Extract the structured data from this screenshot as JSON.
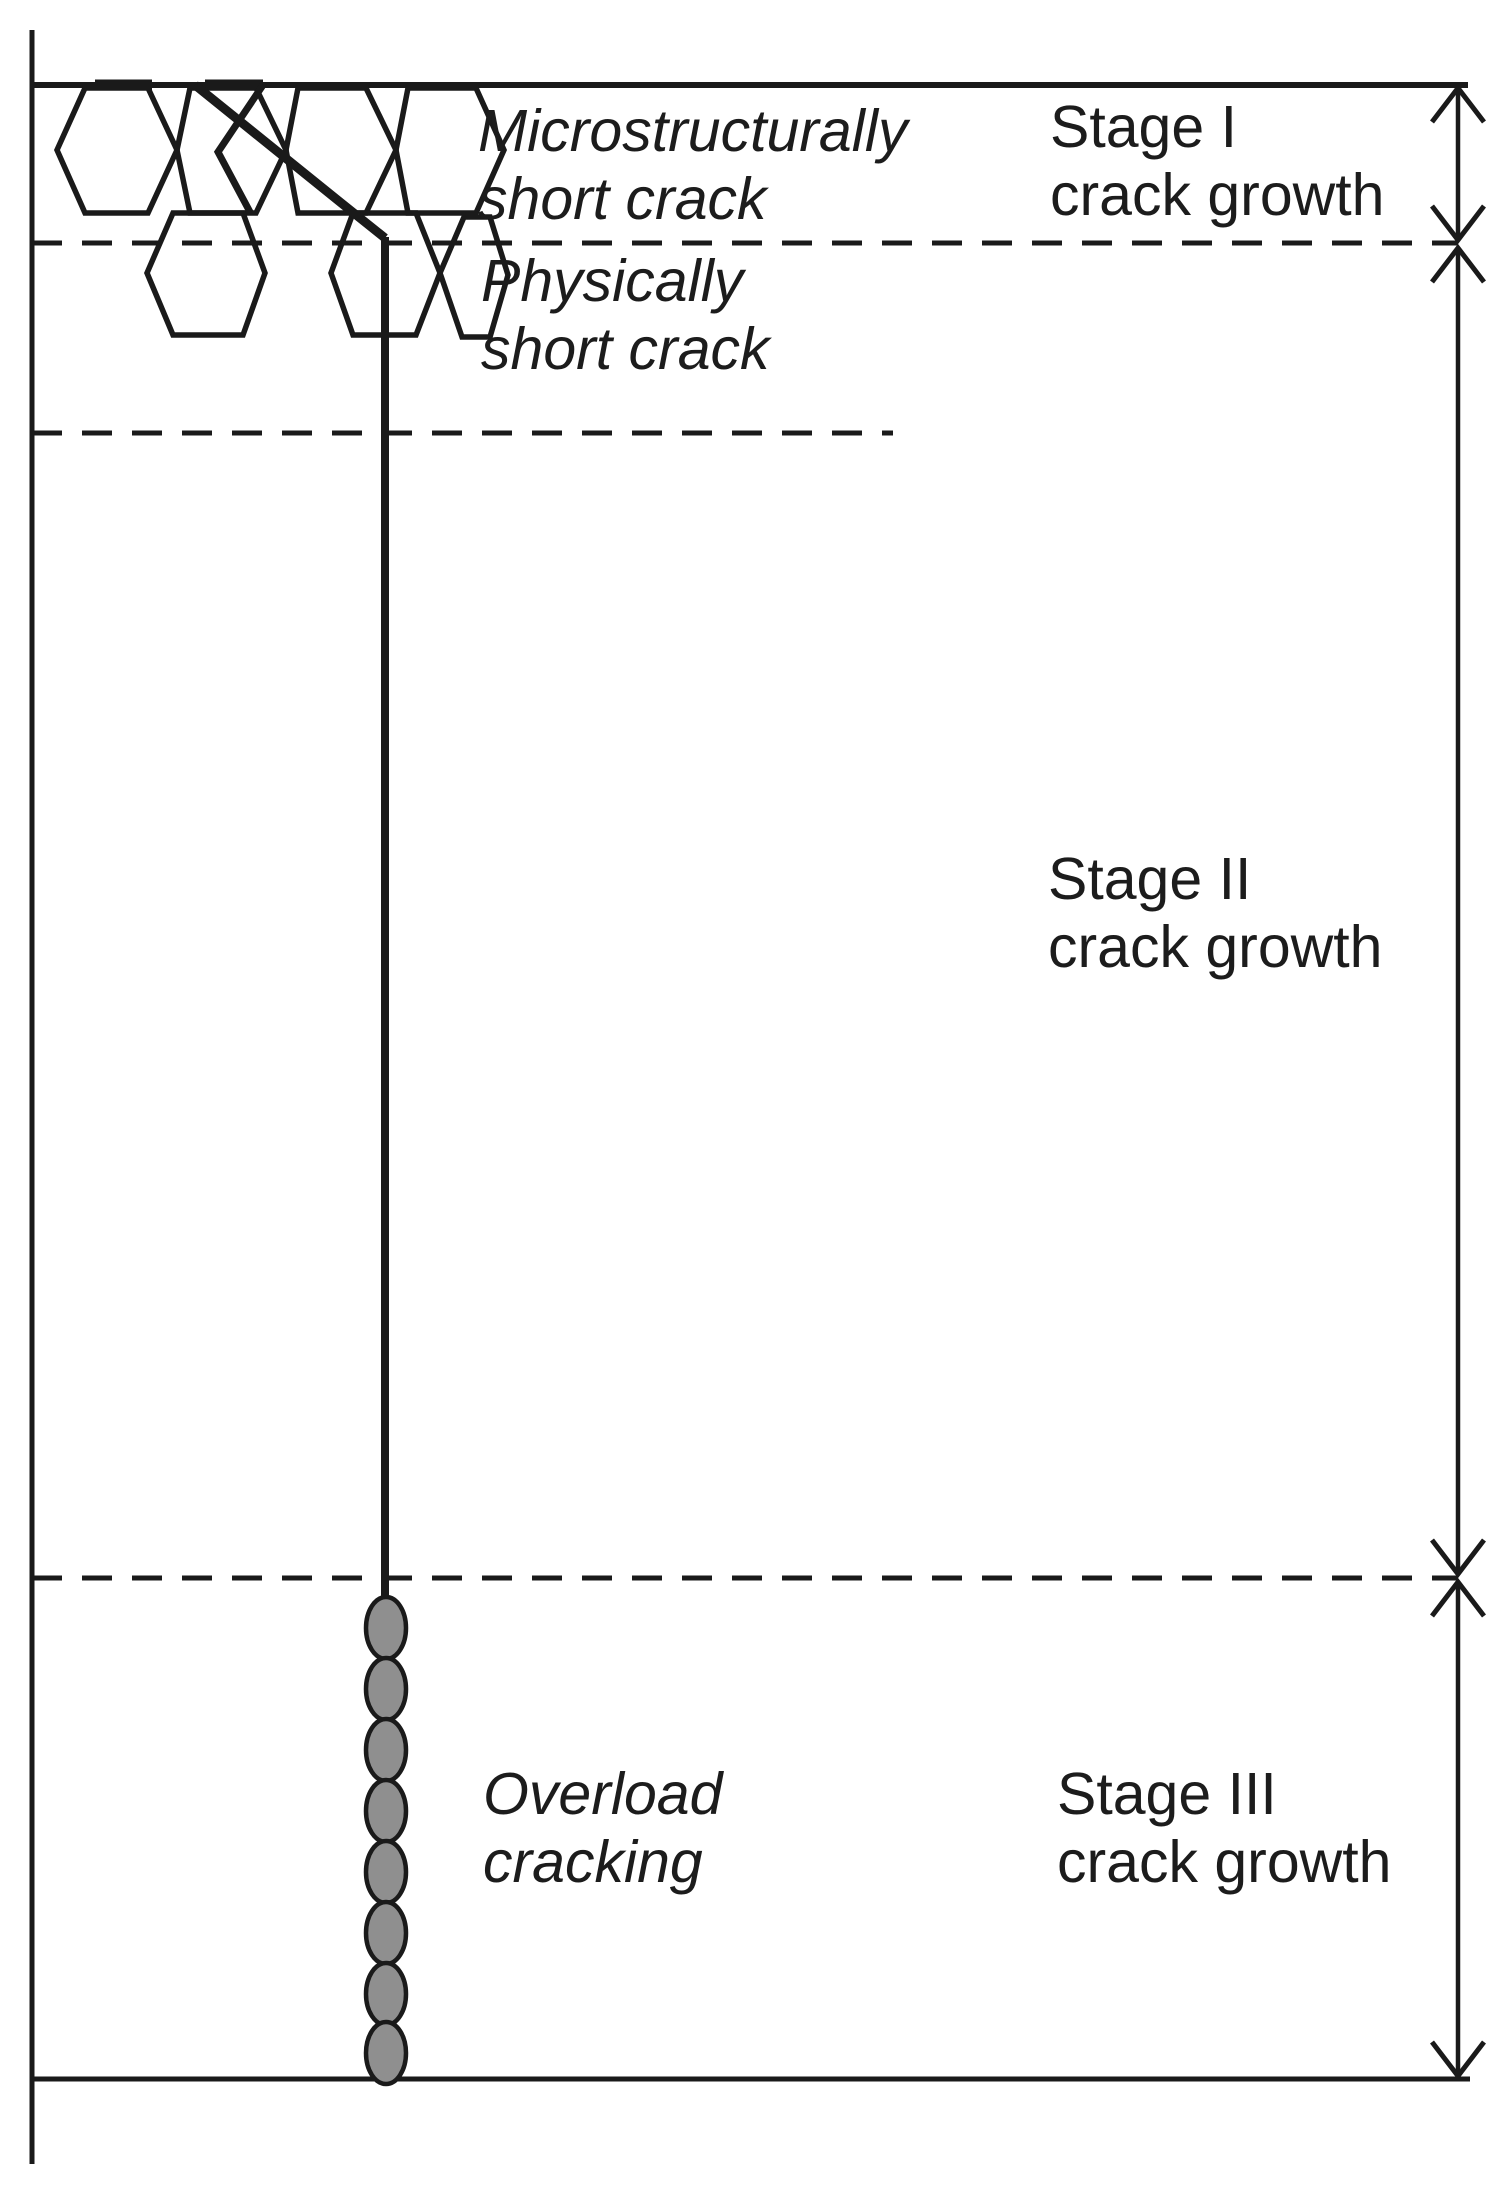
{
  "figure": {
    "type": "fatigue-crack-growth-stages-diagram",
    "regions": [
      "Stage I crack growth",
      "Stage II crack growth",
      "Stage III crack growth"
    ],
    "void_count": 8,
    "grain_rows": 2
  },
  "labels": {
    "micro": {
      "line1": "Microstructurally",
      "line2": "short crack"
    },
    "phys": {
      "line1": "Physically",
      "line2": "short crack"
    },
    "overload": {
      "line1": "Overload",
      "line2": "cracking"
    },
    "stage1": {
      "line1": "Stage I",
      "line2": "crack growth"
    },
    "stage2": {
      "line1": "Stage II",
      "line2": "crack growth"
    },
    "stage3": {
      "line1": "Stage III",
      "line2": "crack growth"
    }
  },
  "colors": {
    "background": "#ffffff",
    "line": "#1a1a1a",
    "text": "#1c1c1c",
    "void_fill": "#8f8f8f"
  }
}
